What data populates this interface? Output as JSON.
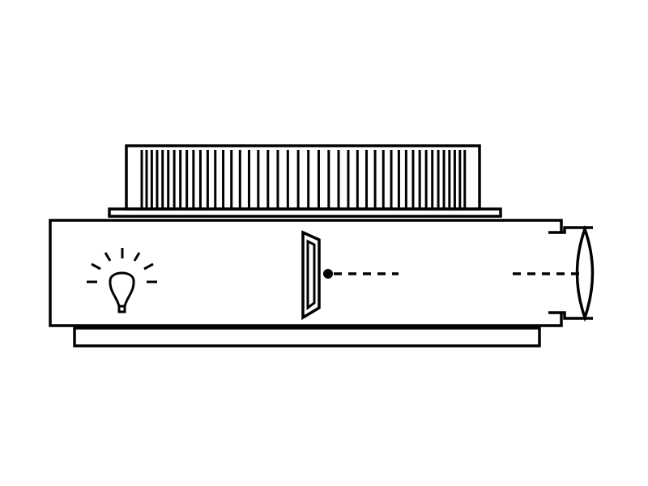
{
  "diagram": {
    "stroke_color": "#000000",
    "background": "#ffffff",
    "components": [
      "heat-sink",
      "light-bulb",
      "slide",
      "focal-point",
      "optical-axis",
      "lens"
    ],
    "heat_sink_fin_count": 44
  }
}
